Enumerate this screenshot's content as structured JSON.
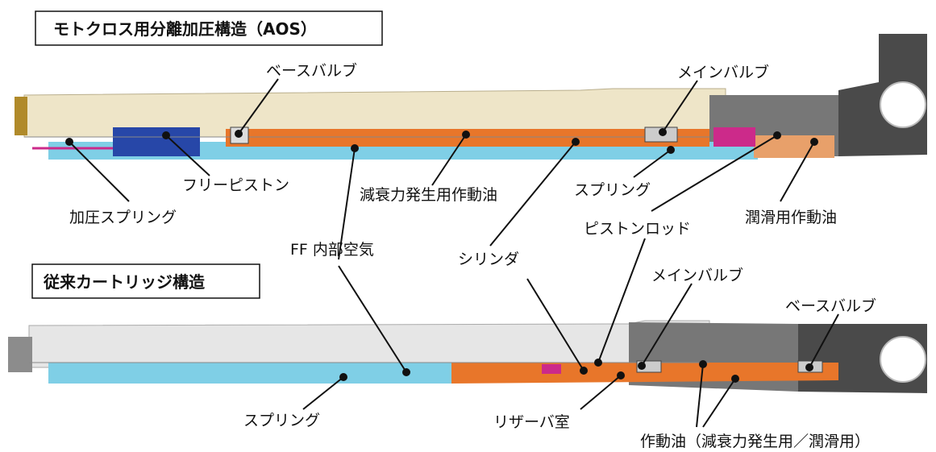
{
  "titles": {
    "top": "モトクロス用分離加圧構造（AOS）",
    "bottom": "従来カートリッジ構造"
  },
  "labels": {
    "base_valve_top": "ベースバルブ",
    "main_valve_top": "メインバルブ",
    "free_piston": "フリーピストン",
    "pressure_spring": "加圧スプリング",
    "damping_oil": "減衰力発生用作動油",
    "spring_top": "スプリング",
    "lubrication_oil": "潤滑用作動油",
    "piston_rod": "ピストンロッド",
    "ff_air": "FF 内部空気",
    "cylinder": "シリンダ",
    "main_valve_bottom": "メインバルブ",
    "base_valve_bottom": "ベースバルブ",
    "spring_bottom": "スプリング",
    "reservoir": "リザーバ室",
    "working_oil": "作動油（減衰力発生用／潤滑用）"
  },
  "colors": {
    "tube_cream": "#eee5c8",
    "tube_gray": "#e6e6e6",
    "oil_orange": "#e8762a",
    "oil_cyan": "#7fcfe6",
    "piston_blue": "#2747a8",
    "accent_magenta": "#cc2a8a",
    "metal_dark": "#4a4a4a",
    "metal_mid": "#8c8c8c"
  }
}
